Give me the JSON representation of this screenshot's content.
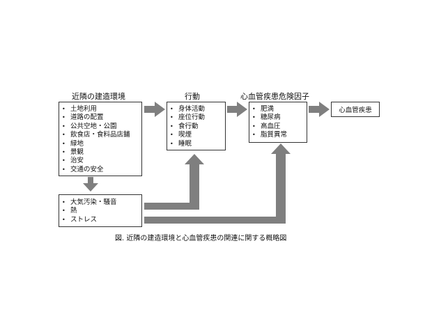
{
  "diagram": {
    "caption": "図. 近隣の建造環境と心血管疾患の関連に関する概略図",
    "built_environment": {
      "heading": "近隣の建造環境",
      "items": [
        "土地利用",
        "道路の配置",
        "公共空地・公園",
        "飲食店・食料品店舗",
        "緑地",
        "景観",
        "治安",
        "交通の安全"
      ]
    },
    "environmental_exposure": {
      "items": [
        "大気汚染・騒音",
        "熱",
        "ストレス"
      ]
    },
    "behavior": {
      "heading": "行動",
      "items": [
        "身体活動",
        "座位行動",
        "食行動",
        "喫煙",
        "睡眠"
      ]
    },
    "risk_factors": {
      "heading": "心血管疾患危険因子",
      "items": [
        "肥満",
        "糖尿病",
        "高血圧",
        "脂質異常"
      ]
    },
    "outcome": {
      "label": "心血管疾患"
    },
    "arrow_color": "#7f7f7f"
  }
}
